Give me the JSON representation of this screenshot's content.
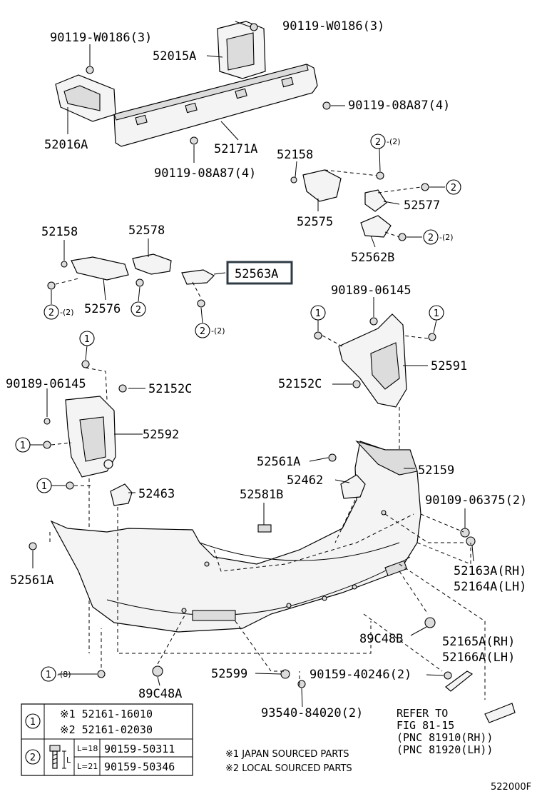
{
  "labels": {
    "p_90119_w0186_left": "90119-W0186(3)",
    "p_90119_w0186_right": "90119-W0186(3)",
    "p_52015A": "52015A",
    "p_90119_08a87_right": "90119-08A87(4)",
    "p_52016A": "52016A",
    "p_52171A": "52171A",
    "p_90119_08a87_bottom": "90119-08A87(4)",
    "p_52158_top": "52158",
    "p_52575": "52575",
    "p_52577": "52577",
    "p_52562B": "52562B",
    "p_52158_left": "52158",
    "p_52578": "52578",
    "p_52576": "52576",
    "p_52563A": "52563A",
    "p_90189_06145_right": "90189-06145",
    "p_52591": "52591",
    "p_52152C_right": "52152C",
    "p_90189_06145_left": "90189-06145",
    "p_52152C_left": "52152C",
    "p_52592": "52592",
    "p_52561A_mid": "52561A",
    "p_52159": "52159",
    "p_52462": "52462",
    "p_52463": "52463",
    "p_52581B": "52581B",
    "p_90109_06375": "90109-06375(2)",
    "p_52561A_left": "52561A",
    "p_52163A": "52163A(RH)",
    "p_52164A": "52164A(LH)",
    "p_89C48B": "89C48B",
    "p_52165A": "52165A(RH)",
    "p_52166A": "52166A(LH)",
    "p_52599": "52599",
    "p_90159_40246": "90159-40246(2)",
    "p_89C48A": "89C48A",
    "p_93540_84020": "93540-84020(2)",
    "refer_1": "REFER TO",
    "refer_2": "FIG 81-15",
    "refer_3": "(PNC 81910(RH))",
    "refer_4": "(PNC 81920(LH))"
  },
  "callouts": {
    "one": "1",
    "two": "2",
    "qty_2": "-(2)",
    "qty_8": "-(8)"
  },
  "legend": {
    "row1_key": "1",
    "row1_a": "※1 52161-16010",
    "row1_b": "※2 52161-02030",
    "row2_key": "2",
    "row2_l18": "L=18",
    "row2_l21": "L=21",
    "row2_p1": "90159-50311",
    "row2_p2": "90159-50346",
    "row2_dim": "L"
  },
  "notes": {
    "note1": "※1 JAPAN SOURCED PARTS",
    "note2": "※2 LOCAL SOURCED PARTS"
  },
  "figure_id": "522000F"
}
